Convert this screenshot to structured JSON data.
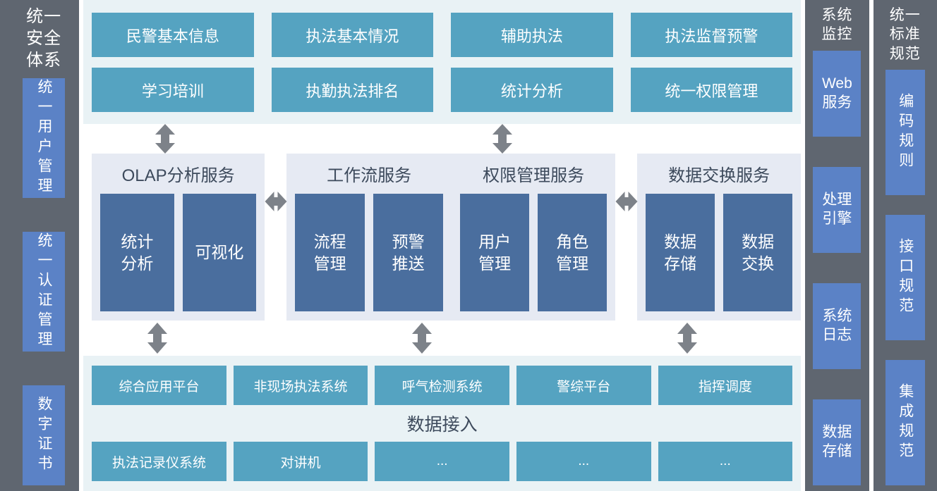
{
  "left_sidebar": {
    "title": "统一\n安全\n体系",
    "title_lines": [
      "统一",
      "安全",
      "体系"
    ],
    "items": [
      {
        "label": "统一用户管理",
        "orientation": "vertical"
      },
      {
        "label": "统一认证管理",
        "orientation": "vertical"
      },
      {
        "label": "数字证书",
        "orientation": "vertical"
      }
    ]
  },
  "application_layer": {
    "rows": [
      [
        {
          "label": "民警基本信息"
        },
        {
          "label": "执法基本情况"
        },
        {
          "label": "辅助执法"
        },
        {
          "label": "执法监督预警"
        }
      ],
      [
        {
          "label": "学习培训"
        },
        {
          "label": "执勤执法排名"
        },
        {
          "label": "统计分析"
        },
        {
          "label": "统一权限管理"
        }
      ]
    ]
  },
  "service_layer": {
    "panels": [
      {
        "title": "OLAP分析服务",
        "subs": [
          {
            "label": "统计\n分析"
          },
          {
            "label": "可视化"
          }
        ]
      },
      {
        "title": "工作流服务",
        "subs": [
          {
            "label": "流程\n管理"
          },
          {
            "label": "预警\n推送"
          }
        ]
      },
      {
        "title": "权限管理服务",
        "subs": [
          {
            "label": "用户\n管理"
          },
          {
            "label": "角色\n管理"
          }
        ]
      },
      {
        "title": "数据交换服务",
        "subs": [
          {
            "label": "数据\n存储"
          },
          {
            "label": "数据\n交换"
          }
        ]
      }
    ]
  },
  "data_layer": {
    "label": "数据接入",
    "top_row": [
      {
        "label": "综合应用平台"
      },
      {
        "label": "非现场执法系统"
      },
      {
        "label": "呼气检测系统"
      },
      {
        "label": "警综平台"
      },
      {
        "label": "指挥调度"
      }
    ],
    "bottom_row": [
      {
        "label": "执法记录仪系统"
      },
      {
        "label": "对讲机"
      },
      {
        "label": "..."
      },
      {
        "label": "..."
      },
      {
        "label": "..."
      }
    ]
  },
  "monitor_sidebar": {
    "title_lines": [
      "系统",
      "监控"
    ],
    "items": [
      {
        "label": "Web\n服务"
      },
      {
        "label": "处理\n引擎"
      },
      {
        "label": "系统\n日志"
      },
      {
        "label": "数据\n存储"
      }
    ]
  },
  "standard_sidebar": {
    "title_lines": [
      "统一",
      "标准",
      "规范"
    ],
    "items": [
      {
        "label": "编码规则",
        "orientation": "vertical"
      },
      {
        "label": "接口规范",
        "orientation": "vertical"
      },
      {
        "label": "集成规范",
        "orientation": "vertical"
      }
    ]
  },
  "colors": {
    "sidebar_bg": "#5f6670",
    "sidebar_box": "#5b82c6",
    "app_box": "#55a3c1",
    "app_layer_bg": "#e9f2f5",
    "service_panel_bg": "#e6eaf3",
    "service_sub_box": "#4a6e9e",
    "data_layer_bg": "#e9f2f5",
    "arrow": "#7d8289",
    "text_light": "#ffffff",
    "text_dark": "#3d4a5c"
  },
  "arrows": {
    "upper_vertical_count": 2,
    "lower_vertical_count": 3,
    "horizontal_count": 2,
    "style": "double-headed"
  }
}
